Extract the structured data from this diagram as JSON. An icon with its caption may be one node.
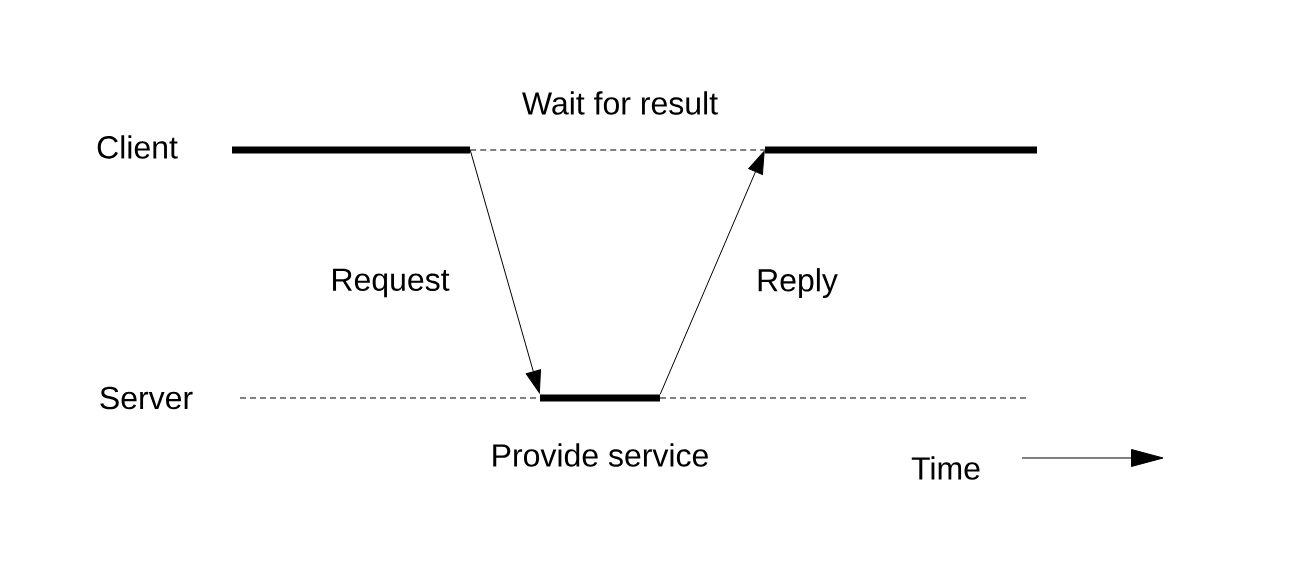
{
  "diagram": {
    "nodes": [
      {
        "text": [],
        "shape": "bar"
      },
      {
        "text": [],
        "shape": "bar",
        "beside": [
          "Provide service"
        ]
      },
      {
        "text": [],
        "shape": "bar"
      }
    ],
    "edges": [
      {
        "from": 0,
        "to": 1,
        "arrow": "to",
        "label": "Request"
      },
      {
        "from": 1,
        "to": 2,
        "arrow": "to",
        "label": "Reply"
      },
      {
        "from": 0,
        "to": 2,
        "arrow": "none",
        "style": "dashed",
        "label": "Wait for result"
      }
    ],
    "labels": [
      "Client",
      "Server",
      "Time"
    ]
  }
}
